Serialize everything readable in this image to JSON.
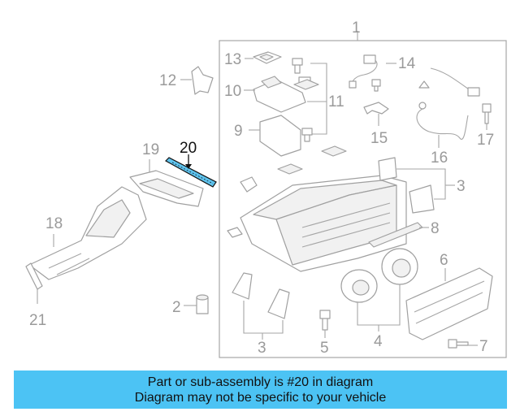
{
  "diagram": {
    "highlighted_part": "20",
    "callouts": {
      "p1": "1",
      "p2": "2",
      "p3_top": "3",
      "p3_bottom": "3",
      "p4": "4",
      "p5": "5",
      "p6": "6",
      "p7": "7",
      "p8": "8",
      "p9": "9",
      "p10": "10",
      "p11": "11",
      "p12": "12",
      "p13": "13",
      "p14": "14",
      "p15": "15",
      "p16": "16",
      "p17": "17",
      "p18": "18",
      "p19": "19",
      "p20": "20",
      "p21": "21"
    },
    "colors": {
      "highlight_part": "#5fc4ee",
      "line": "#a0a0a0",
      "banner": "#4cc3f4"
    }
  },
  "banner": {
    "line1": "Part or sub-assembly is #20 in diagram",
    "line2": "Diagram may not be specific to your vehicle"
  }
}
